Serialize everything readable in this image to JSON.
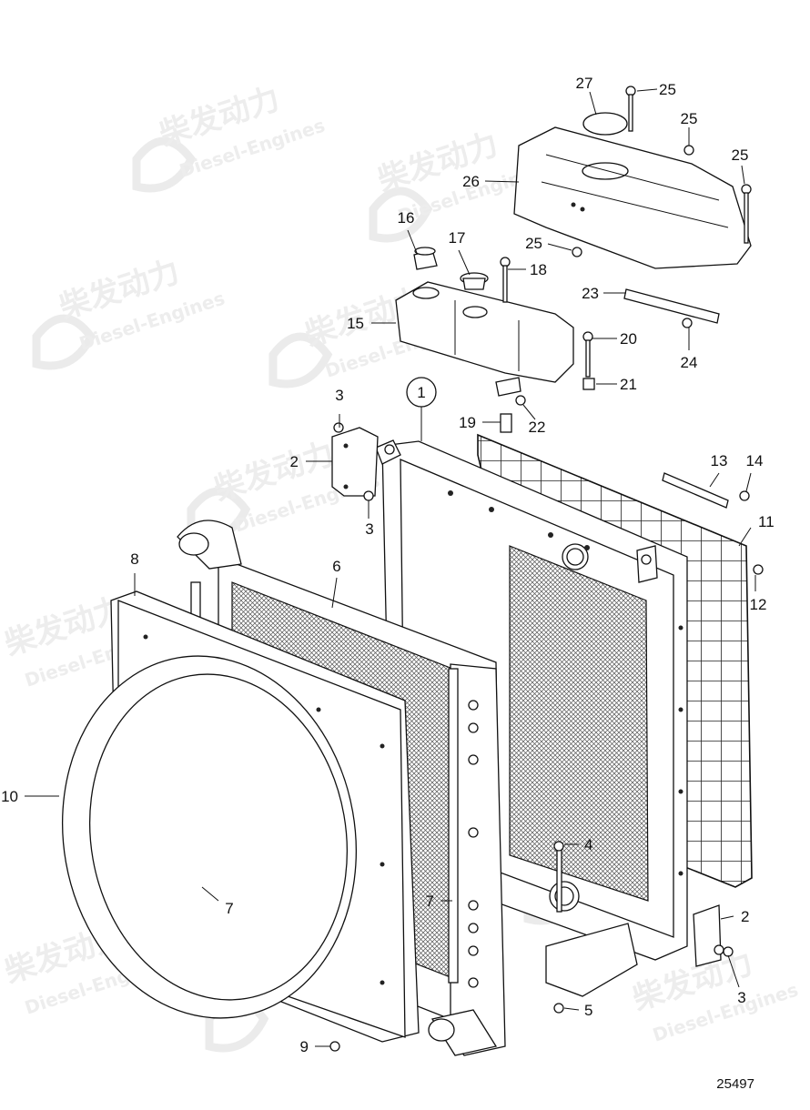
{
  "diagram": {
    "drawing_number": "25497",
    "watermark": {
      "brand_cn": "柴发动力",
      "brand_en": "Diesel-Engines"
    },
    "callouts": [
      {
        "id": "c1",
        "label": "1"
      },
      {
        "id": "c2a",
        "label": "2"
      },
      {
        "id": "c2b",
        "label": "2"
      },
      {
        "id": "c3a",
        "label": "3"
      },
      {
        "id": "c3b",
        "label": "3"
      },
      {
        "id": "c3c",
        "label": "3"
      },
      {
        "id": "c4",
        "label": "4"
      },
      {
        "id": "c5",
        "label": "5"
      },
      {
        "id": "c6",
        "label": "6"
      },
      {
        "id": "c7a",
        "label": "7"
      },
      {
        "id": "c7b",
        "label": "7"
      },
      {
        "id": "c8",
        "label": "8"
      },
      {
        "id": "c9",
        "label": "9"
      },
      {
        "id": "c10",
        "label": "10"
      },
      {
        "id": "c11",
        "label": "11"
      },
      {
        "id": "c12",
        "label": "12"
      },
      {
        "id": "c13",
        "label": "13"
      },
      {
        "id": "c14",
        "label": "14"
      },
      {
        "id": "c15",
        "label": "15"
      },
      {
        "id": "c16",
        "label": "16"
      },
      {
        "id": "c17",
        "label": "17"
      },
      {
        "id": "c18",
        "label": "18"
      },
      {
        "id": "c19",
        "label": "19"
      },
      {
        "id": "c20",
        "label": "20"
      },
      {
        "id": "c21",
        "label": "21"
      },
      {
        "id": "c22",
        "label": "22"
      },
      {
        "id": "c23",
        "label": "23"
      },
      {
        "id": "c24",
        "label": "24"
      },
      {
        "id": "c25a",
        "label": "25"
      },
      {
        "id": "c25b",
        "label": "25"
      },
      {
        "id": "c25c",
        "label": "25"
      },
      {
        "id": "c25d",
        "label": "25"
      },
      {
        "id": "c26",
        "label": "26"
      },
      {
        "id": "c27",
        "label": "27"
      }
    ]
  }
}
